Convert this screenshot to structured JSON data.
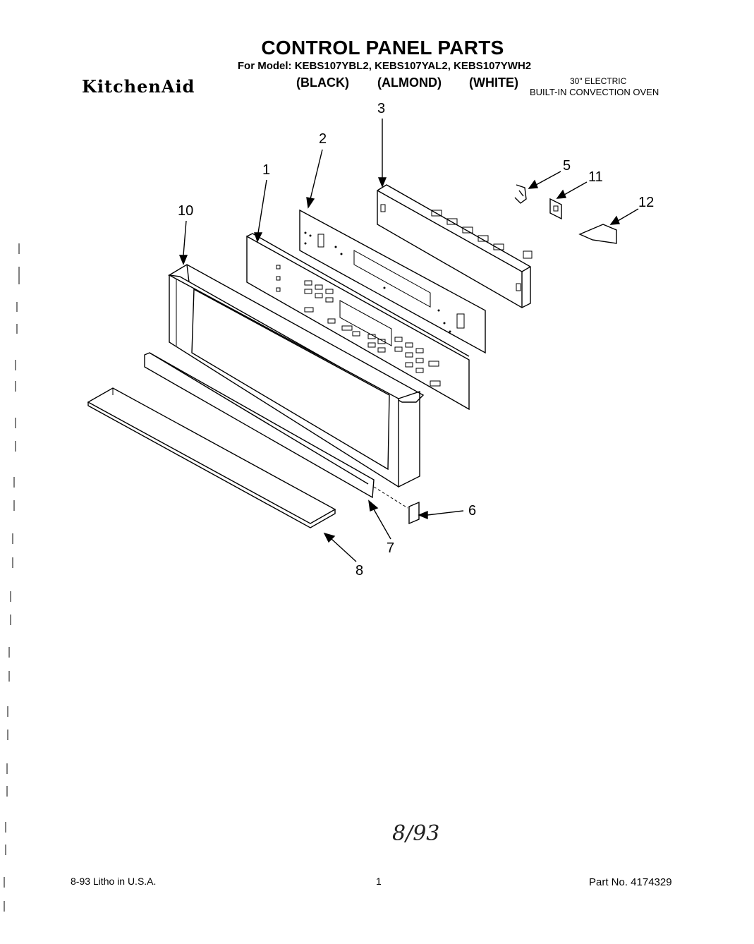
{
  "header": {
    "title": "CONTROL PANEL PARTS",
    "models_line": "For Model: KEBS107YBL2, KEBS107YAL2, KEBS107YWH2",
    "brand": "KitchenAid",
    "colors": [
      "(BLACK)",
      "(ALMOND)",
      "(WHITE)"
    ],
    "product_line1": "30\" ELECTRIC",
    "product_line2": "BUILT-IN CONVECTION OVEN"
  },
  "callouts": [
    "1",
    "2",
    "3",
    "5",
    "11",
    "12",
    "10",
    "6",
    "7",
    "8"
  ],
  "handwritten_date": "8/93",
  "footer": {
    "left": "8-93  Litho in U.S.A.",
    "page": "1",
    "right": "Part No. 4174329"
  }
}
